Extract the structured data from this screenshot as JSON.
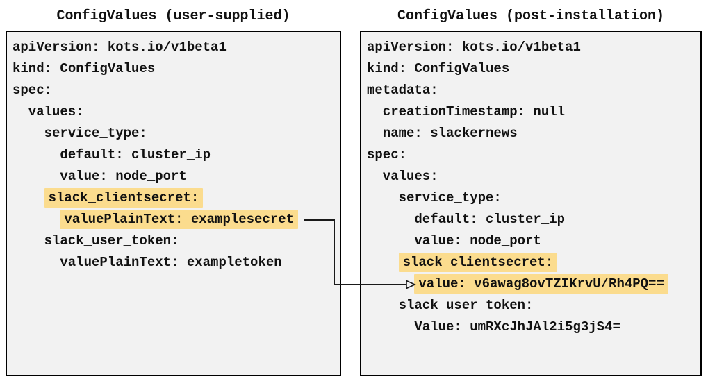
{
  "diagram": {
    "panels": [
      {
        "title": "ConfigValues (user-supplied)",
        "lines": [
          {
            "text": "apiVersion: kots.io/v1beta1",
            "indent": 0,
            "highlight": false
          },
          {
            "text": "kind: ConfigValues",
            "indent": 0,
            "highlight": false
          },
          {
            "text": "spec:",
            "indent": 0,
            "highlight": false
          },
          {
            "text": "values:",
            "indent": 2,
            "highlight": false
          },
          {
            "text": "service_type:",
            "indent": 4,
            "highlight": false
          },
          {
            "text": "default: cluster_ip",
            "indent": 6,
            "highlight": false
          },
          {
            "text": "value: node_port",
            "indent": 6,
            "highlight": false
          },
          {
            "text": "slack_clientsecret:",
            "indent": 4,
            "highlight": true
          },
          {
            "text": "valuePlainText: examplesecret",
            "indent": 6,
            "highlight": true
          },
          {
            "text": "slack_user_token:",
            "indent": 4,
            "highlight": false
          },
          {
            "text": "valuePlainText: exampletoken",
            "indent": 6,
            "highlight": false
          }
        ]
      },
      {
        "title": "ConfigValues (post-installation)",
        "lines": [
          {
            "text": "apiVersion: kots.io/v1beta1",
            "indent": 0,
            "highlight": false
          },
          {
            "text": "kind: ConfigValues",
            "indent": 0,
            "highlight": false
          },
          {
            "text": "metadata:",
            "indent": 0,
            "highlight": false
          },
          {
            "text": "creationTimestamp: null",
            "indent": 2,
            "highlight": false
          },
          {
            "text": "name: slackernews",
            "indent": 2,
            "highlight": false
          },
          {
            "text": "spec:",
            "indent": 0,
            "highlight": false
          },
          {
            "text": "values:",
            "indent": 2,
            "highlight": false
          },
          {
            "text": "service_type:",
            "indent": 4,
            "highlight": false
          },
          {
            "text": "default: cluster_ip",
            "indent": 6,
            "highlight": false
          },
          {
            "text": "value: node_port",
            "indent": 6,
            "highlight": false
          },
          {
            "text": "slack_clientsecret:",
            "indent": 4,
            "highlight": true
          },
          {
            "text": "value: v6awag8ovTZIKrvU/Rh4PQ==",
            "indent": 6,
            "highlight": true
          },
          {
            "text": "slack_user_token:",
            "indent": 4,
            "highlight": false
          },
          {
            "text": "Value: umRXcJhJAl2i5g3jS4=",
            "indent": 6,
            "highlight": false
          }
        ]
      }
    ],
    "arrow": {
      "from": "valuePlainText: examplesecret",
      "to": "value: v6awag8ovTZIKrvU/Rh4PQ=="
    },
    "colors": {
      "highlight": "#fbdc8e",
      "panel_bg": "#f2f2f2",
      "border": "#000000",
      "arrow": "#1a1a1a"
    }
  }
}
